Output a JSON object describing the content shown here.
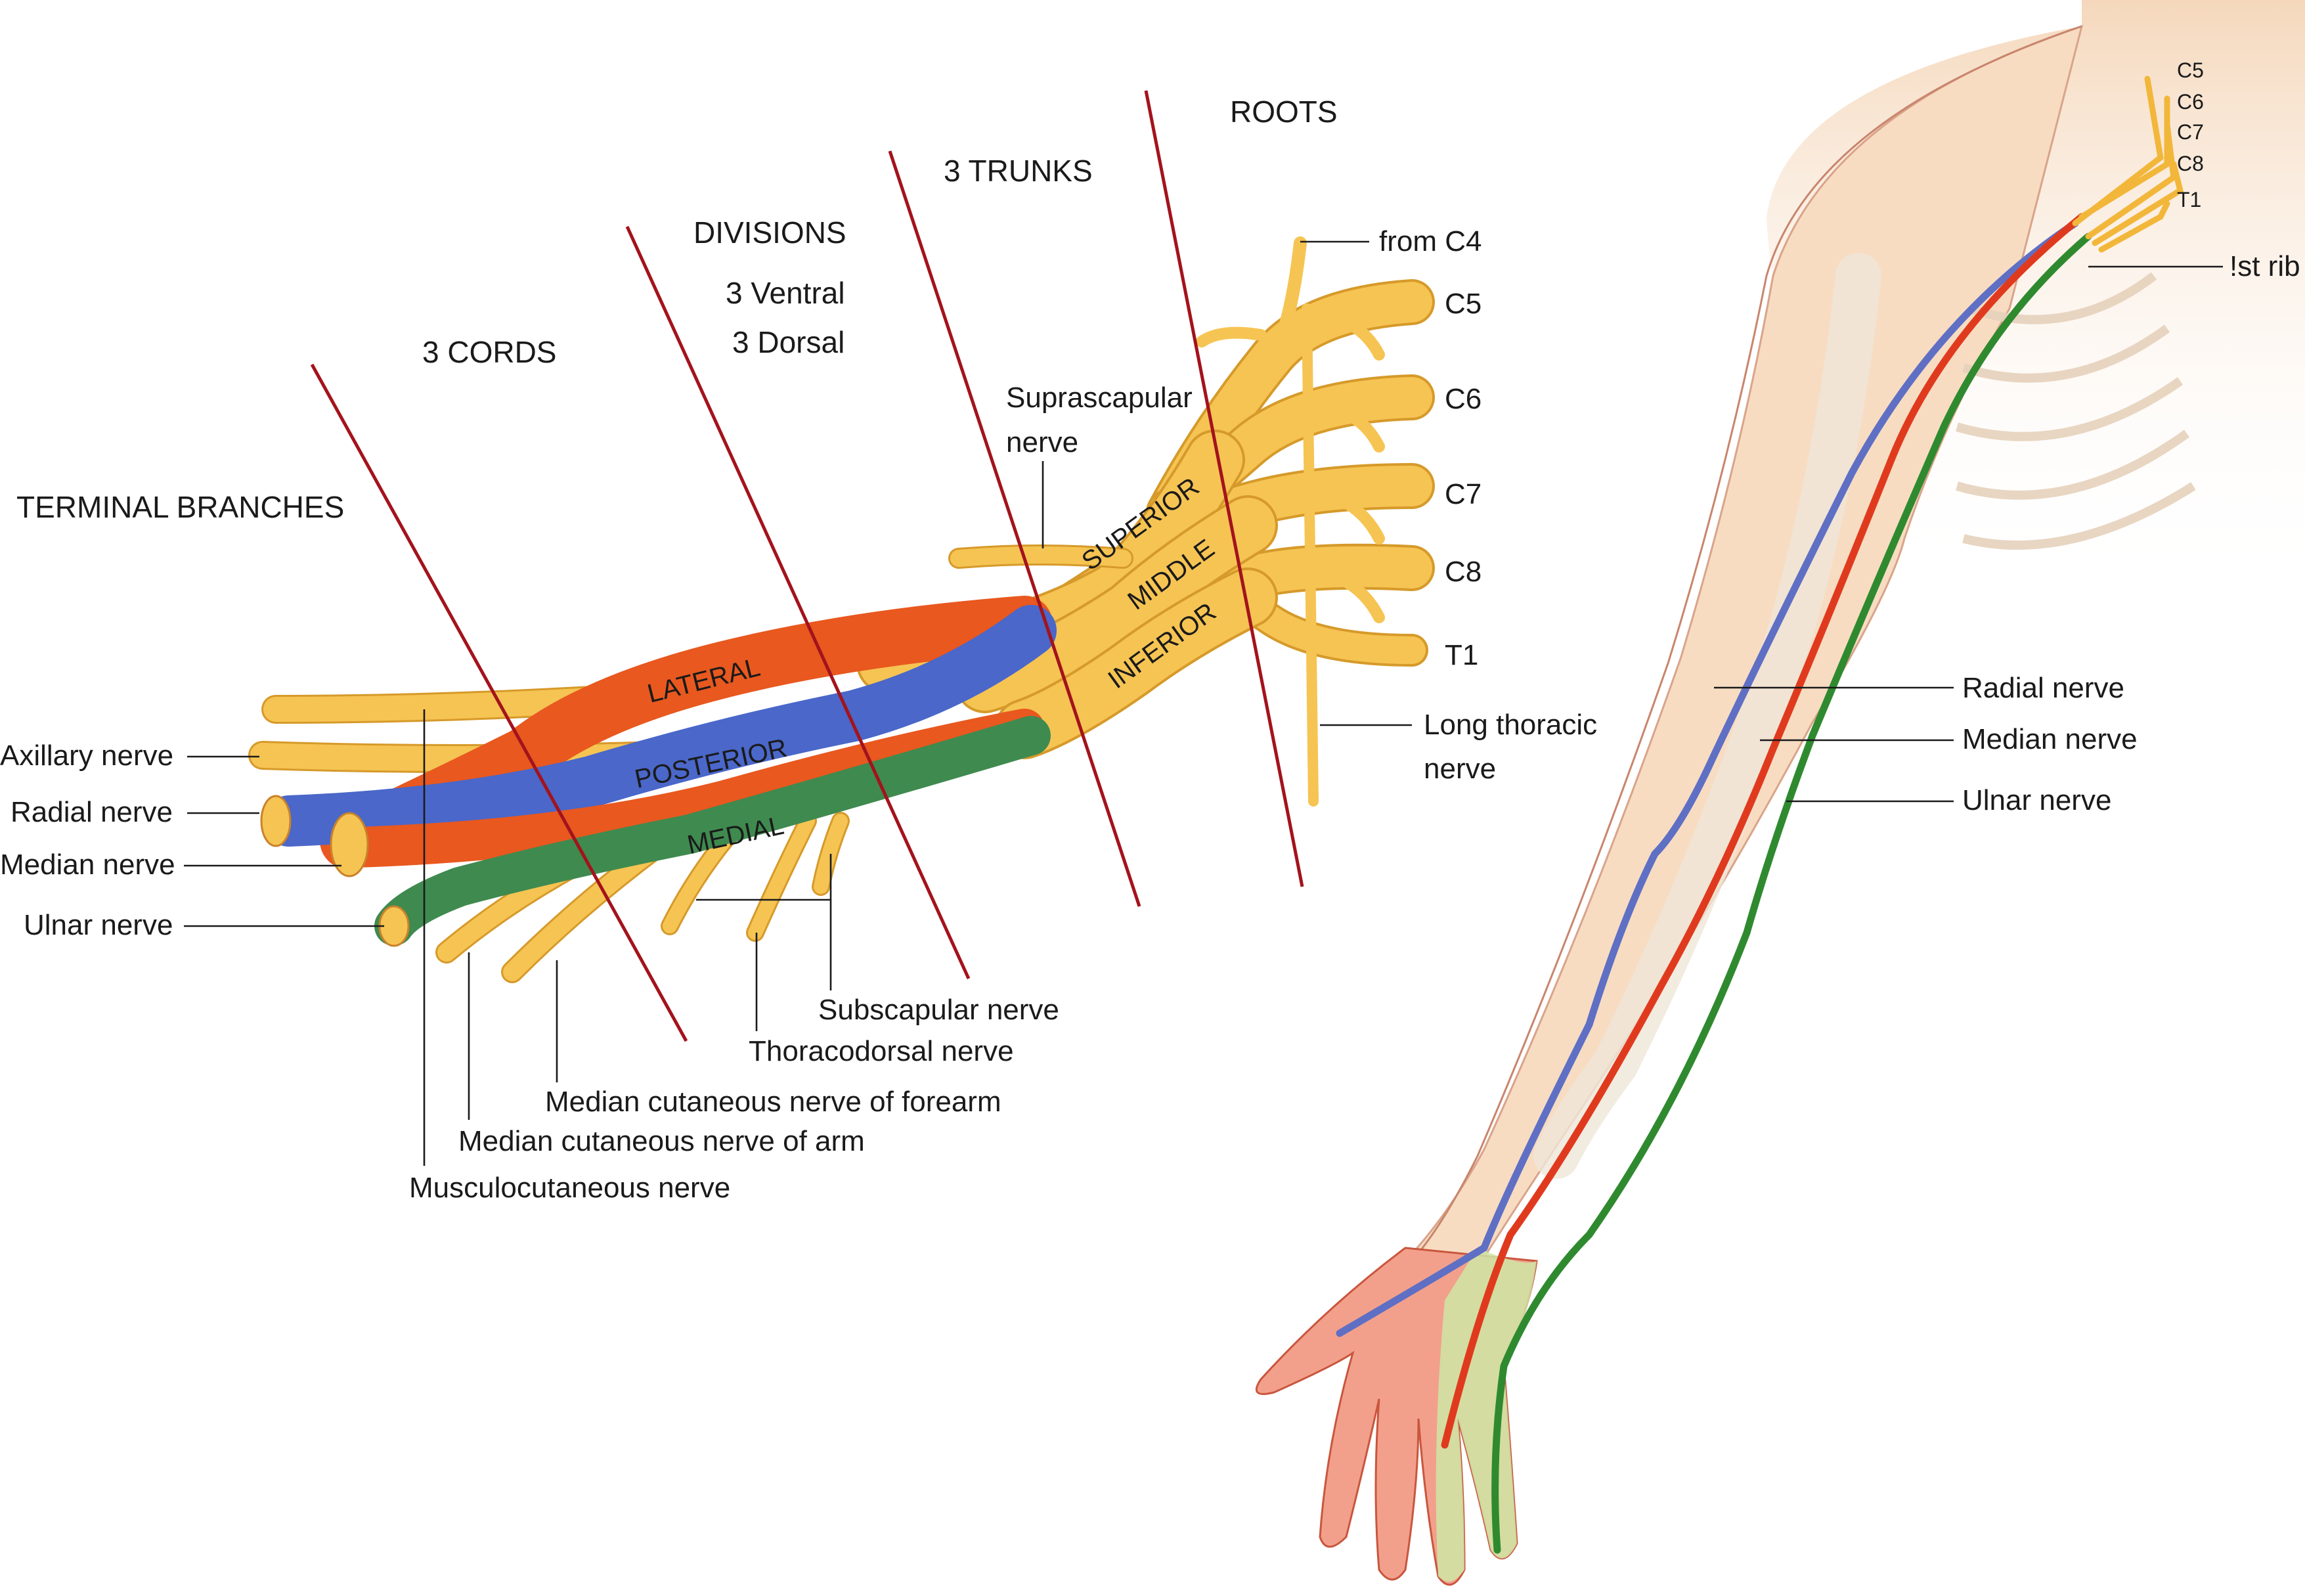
{
  "sections": {
    "roots": "ROOTS",
    "trunks": "3 TRUNKS",
    "divisions": "DIVISIONS",
    "divisions_ventral": "3 Ventral",
    "divisions_dorsal": "3 Dorsal",
    "cords": "3 CORDS",
    "terminal": "TERMINAL BRANCHES"
  },
  "roots": [
    "from C4",
    "C5",
    "C6",
    "C7",
    "C8",
    "T1"
  ],
  "trunk_labels": [
    "SUPERIOR",
    "MIDDLE",
    "INFERIOR"
  ],
  "cord_labels": [
    "LATERAL",
    "POSTERIOR",
    "MEDIAL"
  ],
  "branch_labels": {
    "suprascapular_1": "Suprascapular",
    "suprascapular_2": "nerve",
    "long_thoracic_1": "Long thoracic",
    "long_thoracic_2": "nerve",
    "axillary": "Axillary nerve",
    "radial": "Radial nerve",
    "median": "Median nerve",
    "ulnar": "Ulnar nerve",
    "subscapular": "Subscapular nerve",
    "thoracodorsal": "Thoracodorsal nerve",
    "med_cut_forearm": "Median cutaneous nerve of forearm",
    "med_cut_arm": "Median cutaneous nerve of arm",
    "musculocutaneous": "Musculocutaneous nerve"
  },
  "arm": {
    "roots": [
      "C5",
      "C6",
      "C7",
      "C8",
      "T1"
    ],
    "first_rib": "!st rib",
    "radial": "Radial nerve",
    "median": "Median nerve",
    "ulnar": "Ulnar nerve"
  },
  "colors": {
    "nerve_yellow": "#f6c453",
    "lateral_orange": "#e8581f",
    "posterior_blue": "#4a67c9",
    "medial_green": "#3f8a4f",
    "division_line": "#a3131c",
    "skin": "#f8dfc4",
    "hand": "#f2a08c",
    "radial_arm": "#5f6fc4",
    "median_arm": "#e03a1e",
    "ulnar_arm": "#2f8a2f"
  }
}
